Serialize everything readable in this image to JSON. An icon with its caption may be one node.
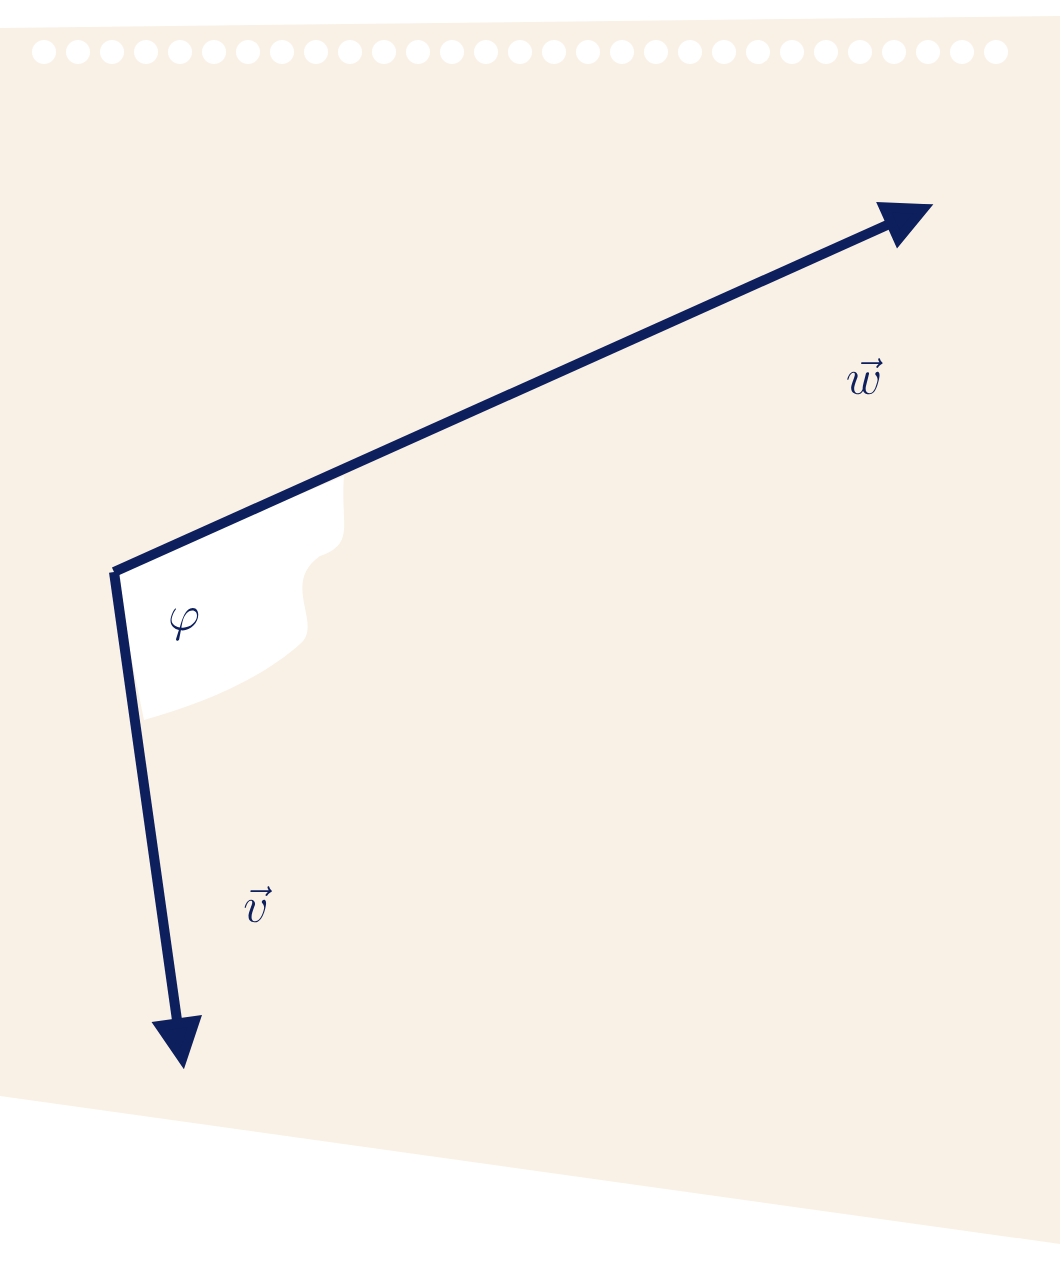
{
  "diagram": {
    "labels": [
      "\\vec{w}",
      "\\varphi",
      "\\vec{v}"
    ]
  }
}
